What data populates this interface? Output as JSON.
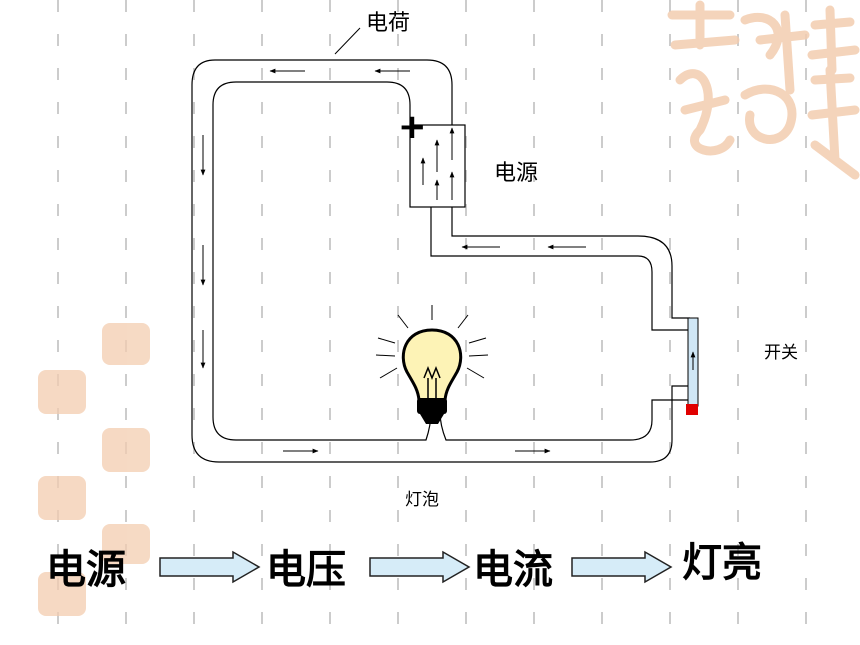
{
  "labels": {
    "charge": "电荷",
    "source": "电源",
    "switch": "开关",
    "bulb": "灯泡",
    "plus": "+"
  },
  "flow": {
    "steps": [
      "电源",
      "电压",
      "电流",
      "灯亮"
    ]
  },
  "colors": {
    "arrow_fill": "#d6ecf8",
    "switch_tip": "#e00000",
    "switch_bar": "#cfe6f5",
    "bulb_fill": "#fdf3b6",
    "seal": "#f3cdb0",
    "grid": "#cccccc"
  },
  "decor": {
    "seal_icon": "decorative-seal-icon",
    "bulb_icon": "light-bulb-icon"
  }
}
